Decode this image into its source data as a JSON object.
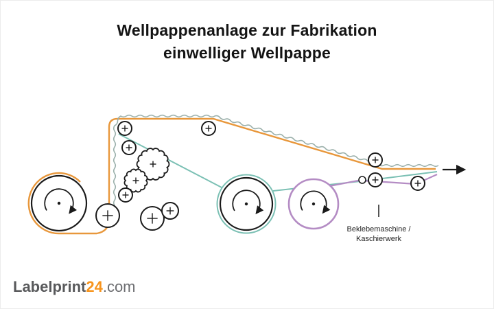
{
  "header": {
    "title_line1": "Wellpappenanlage zur Fabrikation",
    "title_line2": "einwelliger Wellpappe"
  },
  "diagram": {
    "machine_label_line1": "Beklebemaschine /",
    "machine_label_line2": "Kaschierwerk",
    "colors": {
      "orange": "#E8973B",
      "teal": "#7BC0B4",
      "purple": "#B48CC4",
      "wave": "#9BB0AB",
      "line": "#1A1A1A"
    }
  },
  "footer": {
    "logo_text": "Labelprint",
    "logo_number": "24",
    "logo_suffix": ".com",
    "colors": {
      "text": "#58595B",
      "number": "#F7941D",
      "suffix": "#6D6E71"
    }
  }
}
